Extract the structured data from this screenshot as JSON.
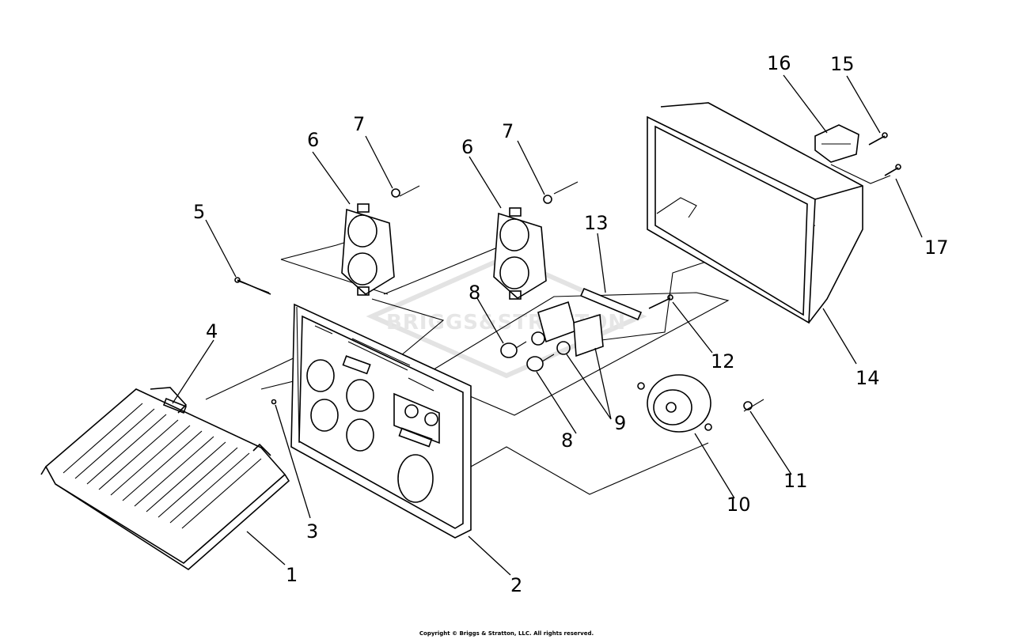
{
  "watermark": "BRIGGS&STRATTON",
  "callouts": [
    "1",
    "2",
    "3",
    "4",
    "5",
    "6",
    "7",
    "6",
    "7",
    "8",
    "8",
    "9",
    "10",
    "11",
    "12",
    "13",
    "14",
    "15",
    "16",
    "17"
  ],
  "copyright": "Copyright © Briggs & Stratton, LLC. All rights reserved."
}
